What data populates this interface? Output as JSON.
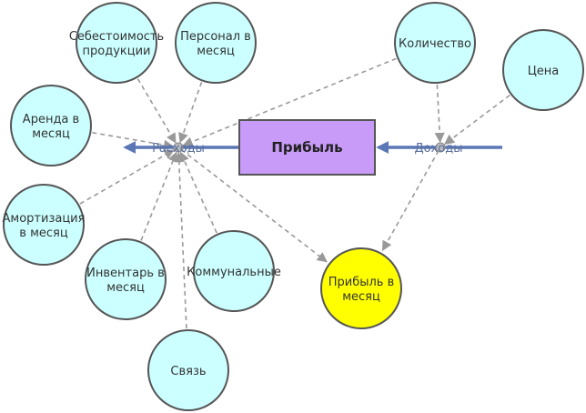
{
  "stock": {
    "label": "Прибыль",
    "fill": "#c89bf8",
    "stroke": "#555555"
  },
  "flows": {
    "expenses": {
      "label": "Расходы"
    },
    "income": {
      "label": "Доходы"
    },
    "color": "#5b77b6"
  },
  "variables": [
    {
      "id": "cost",
      "lines": [
        "Себестоимость",
        "продукции"
      ],
      "fill": "#ccffff"
    },
    {
      "id": "staff",
      "lines": [
        "Персонал в",
        "месяц"
      ],
      "fill": "#ccffff"
    },
    {
      "id": "rent",
      "lines": [
        "Аренда в",
        "месяц"
      ],
      "fill": "#ccffff"
    },
    {
      "id": "depr",
      "lines": [
        "Амортизация",
        "в месяц"
      ],
      "fill": "#ccffff"
    },
    {
      "id": "inventory",
      "lines": [
        "Инвентарь в",
        "месяц"
      ],
      "fill": "#ccffff"
    },
    {
      "id": "utilities",
      "lines": [
        "Коммунальные"
      ],
      "fill": "#ccffff"
    },
    {
      "id": "comm",
      "lines": [
        "Связь"
      ],
      "fill": "#ccffff"
    },
    {
      "id": "qty",
      "lines": [
        "Количество"
      ],
      "fill": "#ccffff"
    },
    {
      "id": "price",
      "lines": [
        "Цена"
      ],
      "fill": "#ccffff"
    },
    {
      "id": "monthly_profit",
      "lines": [
        "Прибыль в",
        "месяц"
      ],
      "fill": "#ffff00"
    }
  ],
  "links": [
    [
      "cost",
      "expenses"
    ],
    [
      "staff",
      "expenses"
    ],
    [
      "rent",
      "expenses"
    ],
    [
      "depr",
      "expenses"
    ],
    [
      "inventory",
      "expenses"
    ],
    [
      "utilities",
      "expenses"
    ],
    [
      "comm",
      "expenses"
    ],
    [
      "qty",
      "expenses"
    ],
    [
      "qty",
      "income"
    ],
    [
      "price",
      "income"
    ],
    [
      "expenses",
      "monthly_profit"
    ],
    [
      "income",
      "monthly_profit"
    ]
  ],
  "colors": {
    "link": "#999999",
    "node_stroke": "#555555"
  }
}
